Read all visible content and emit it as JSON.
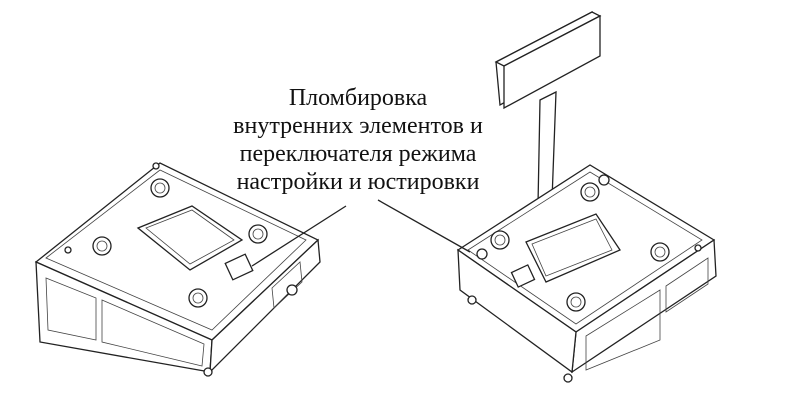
{
  "caption": {
    "lines": [
      "Пломбировка",
      "внутренних элементов и",
      "переключателя режима",
      "настройки и юстировки"
    ]
  },
  "figures": {
    "left": "scale-bottom-view",
    "right": "scale-with-display-pole-bottom-view"
  }
}
